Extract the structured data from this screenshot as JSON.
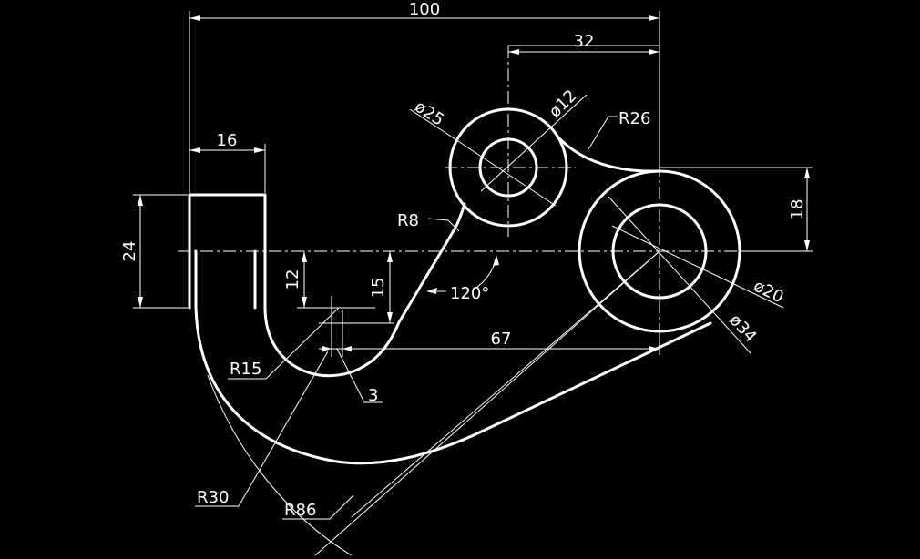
{
  "drawing": {
    "background": "#000000",
    "line_color": "#ffffff",
    "dimensions": {
      "overall_width": "100",
      "hole_offset": "32",
      "top_width": "16",
      "end_height": "24",
      "step_a": "12",
      "step_b": "15",
      "horizontal_67": "67",
      "vertical_18": "18",
      "angle": "120°",
      "gap": "3"
    },
    "radii": {
      "r26": "R26",
      "r8": "R8",
      "r15": "R15",
      "r30": "R30",
      "r86": "R86"
    },
    "diameters": {
      "d25": "ø25",
      "d12": "ø12",
      "d20": "ø20",
      "d34": "ø34"
    }
  }
}
